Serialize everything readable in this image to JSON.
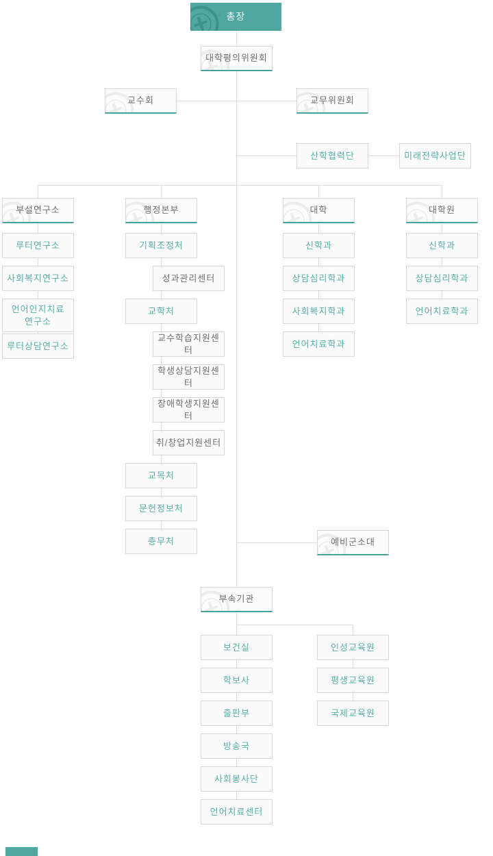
{
  "colors": {
    "canvas_bg": "#FFFFFF",
    "teal_primary": "#4FA7A2",
    "teal_underline": "#46A29C",
    "teal_text": "#57AFA8",
    "gray_text": "#6F6F6F",
    "box_bg": "#FBFBFB",
    "box_border": "#D8D8D8",
    "line": "#DEDEDE",
    "president_text": "#EFF7F6"
  },
  "icons": {
    "seal": "university-seal-watermark"
  },
  "org": {
    "nodes": [
      {
        "id": "president",
        "label": "총장",
        "variant": "primary"
      },
      {
        "id": "council",
        "label": "대학평의위원회",
        "variant": "section"
      },
      {
        "id": "faculty_council",
        "label": "교수회",
        "variant": "section"
      },
      {
        "id": "academic_affairs_committee",
        "label": "교무위원회",
        "variant": "section"
      },
      {
        "id": "iacf",
        "label": "산학협력단",
        "variant": "teal"
      },
      {
        "id": "future_strategy",
        "label": "미래전략사업단",
        "variant": "teal"
      },
      {
        "id": "research_institutes",
        "label": "부설연구소",
        "variant": "section"
      },
      {
        "id": "luther_institute",
        "label": "루터연구소",
        "variant": "teal"
      },
      {
        "id": "social_welfare_institute",
        "label": "사회복지연구소",
        "variant": "teal"
      },
      {
        "id": "language_cognitive_institute",
        "label": "언어인지치료\n연구소",
        "variant": "teal"
      },
      {
        "id": "luther_counseling_institute",
        "label": "루터상담연구소",
        "variant": "teal"
      },
      {
        "id": "admin_hq",
        "label": "행정본부",
        "variant": "section"
      },
      {
        "id": "planning_office",
        "label": "기획조정처",
        "variant": "teal"
      },
      {
        "id": "performance_center",
        "label": "성과관리센터",
        "variant": "gray"
      },
      {
        "id": "academic_office",
        "label": "교학처",
        "variant": "teal"
      },
      {
        "id": "teaching_learning_center",
        "label": "교수학습지원센터",
        "variant": "gray"
      },
      {
        "id": "student_counseling_center",
        "label": "학생상담지원센터",
        "variant": "gray"
      },
      {
        "id": "disabled_support_center",
        "label": "장애학생지원센터",
        "variant": "gray"
      },
      {
        "id": "startup_center",
        "label": "취/창업지원센터",
        "variant": "gray"
      },
      {
        "id": "chaplain_office",
        "label": "교목처",
        "variant": "teal"
      },
      {
        "id": "library_office",
        "label": "문헌정보처",
        "variant": "teal"
      },
      {
        "id": "general_affairs_office",
        "label": "총무처",
        "variant": "teal"
      },
      {
        "id": "college",
        "label": "대학",
        "variant": "section"
      },
      {
        "id": "college_theology",
        "label": "신학과",
        "variant": "teal"
      },
      {
        "id": "college_counseling_psych",
        "label": "상담심리학과",
        "variant": "teal"
      },
      {
        "id": "college_social_welfare",
        "label": "사회복지학과",
        "variant": "teal"
      },
      {
        "id": "college_speech_therapy",
        "label": "언어치료학과",
        "variant": "teal"
      },
      {
        "id": "grad_school",
        "label": "대학원",
        "variant": "section"
      },
      {
        "id": "grad_theology",
        "label": "신학과",
        "variant": "teal"
      },
      {
        "id": "grad_counseling_psych",
        "label": "상담심리학과",
        "variant": "teal"
      },
      {
        "id": "grad_speech_therapy",
        "label": "언어치료학과",
        "variant": "teal"
      },
      {
        "id": "reserve_platoon",
        "label": "예비군소대",
        "variant": "section"
      },
      {
        "id": "affiliated_orgs",
        "label": "부속기관",
        "variant": "section"
      },
      {
        "id": "health_office",
        "label": "보건실",
        "variant": "teal"
      },
      {
        "id": "newspaper",
        "label": "학보사",
        "variant": "teal"
      },
      {
        "id": "publishing",
        "label": "출판부",
        "variant": "teal"
      },
      {
        "id": "broadcasting",
        "label": "방송국",
        "variant": "teal"
      },
      {
        "id": "social_service",
        "label": "사회봉사단",
        "variant": "teal"
      },
      {
        "id": "speech_therapy_center",
        "label": "언어치료센터",
        "variant": "teal"
      },
      {
        "id": "character_education",
        "label": "인성교육원",
        "variant": "teal"
      },
      {
        "id": "lifelong_education",
        "label": "평생교육원",
        "variant": "teal"
      },
      {
        "id": "international_education",
        "label": "국제교육원",
        "variant": "teal"
      }
    ]
  }
}
